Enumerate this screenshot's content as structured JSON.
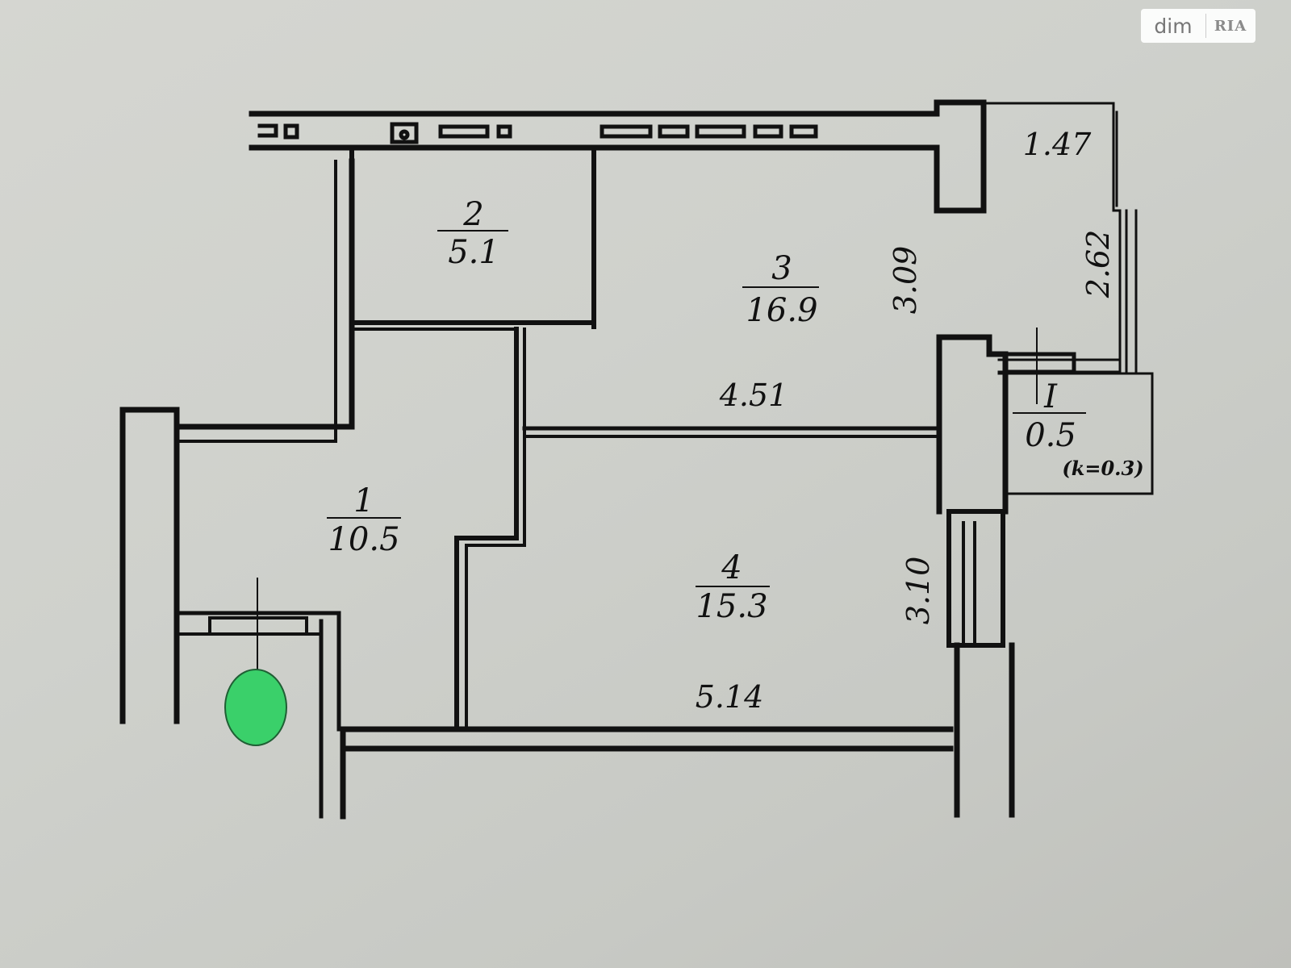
{
  "watermark": {
    "brand": "dim",
    "brand_suffix": "RIA"
  },
  "rooms": [
    {
      "number": "1",
      "area": "10.5"
    },
    {
      "number": "2",
      "area": "5.1"
    },
    {
      "number": "3",
      "area": "16.9"
    },
    {
      "number": "4",
      "area": "15.3"
    },
    {
      "number": "I",
      "area": "0.5",
      "coefficient": "(k=0.3)"
    }
  ],
  "dimensions": {
    "room3_width": "4.51",
    "room3_depth": "3.09",
    "room4_width": "5.14",
    "room4_depth": "3.10",
    "balcony_width": "1.47",
    "balcony_depth": "2.62"
  },
  "colors": {
    "wall": "#111111",
    "background": "#cfd0cb",
    "marker": "#3ad06a"
  }
}
